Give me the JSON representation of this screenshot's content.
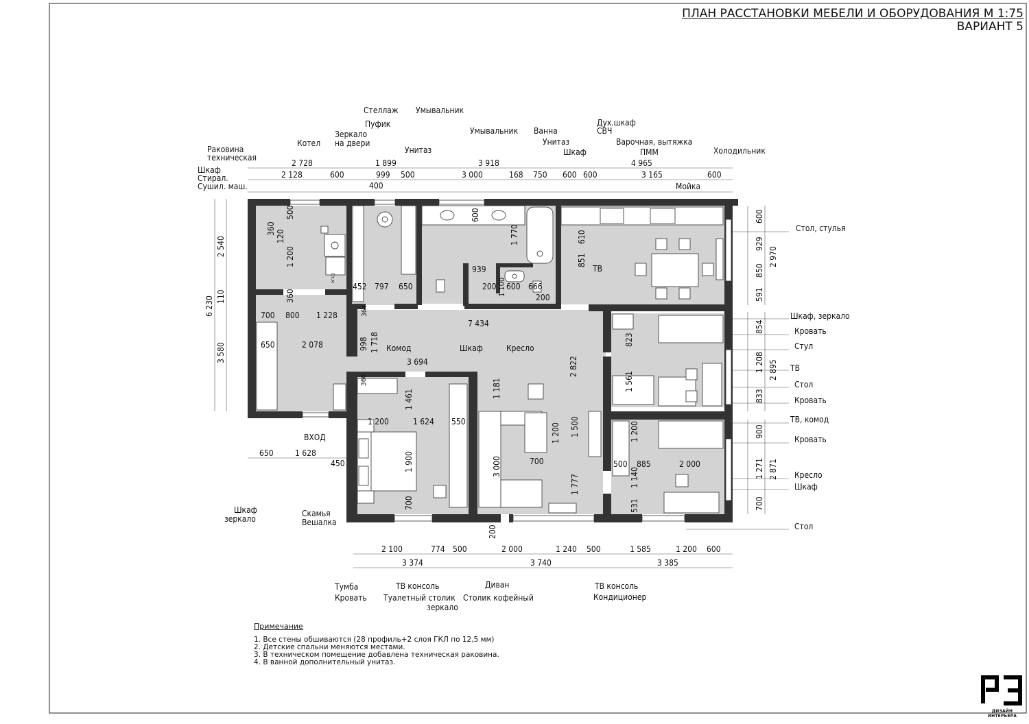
{
  "header": {
    "title": "ПЛАН РАССТАНОВКИ МЕБЕЛИ И ОБОРУДОВАНИЯ М 1:75",
    "variant": "ВАРИАНТ 5"
  },
  "labels": {
    "shelving": "Стеллаж",
    "washbasin": "Умывальник",
    "pouf": "Пуфик",
    "mirror_door_1": "Зеркало",
    "mirror_door_2": "на двери",
    "boiler": "Котел",
    "tech_sink_1": "Раковина",
    "tech_sink_2": "техническая",
    "wardrobe": "Шкаф",
    "washer": "Стирал.",
    "dryer": "Сушил. маш.",
    "toilet": "Унитаз",
    "washbasin2": "Умывальник",
    "bath": "Ванна",
    "toilet2": "Унитаз",
    "cabinet": "Шкаф",
    "oven": "Дух.шкаф",
    "microwave": "СВЧ",
    "hob_hood": "Варочная, вытяжка",
    "dishwasher": "ПММ",
    "fridge": "Холодильник",
    "sink": "Мойка",
    "table_chairs": "Стол, стулья",
    "tv_kitchen": "ТВ",
    "wardrobe_mirror": "Шкаф, зеркало",
    "bed1": "Кровать",
    "chair1": "Стул",
    "tv_room": "ТВ",
    "desk1": "Стол",
    "bed2": "Кровать",
    "tv_dresser": "ТВ, комод",
    "bed3": "Кровать",
    "armchair2": "Кресло",
    "wardrobe3": "Шкаф",
    "desk3": "Стол",
    "dresser": "Комод",
    "wardrobe_hall": "Шкаф",
    "armchair": "Кресло",
    "entry": "ВХОД",
    "wardrobe_mirror_bottom_1": "Шкаф",
    "wardrobe_mirror_bottom_2": "зеркало",
    "bench": "Скамья",
    "hanger": "Вешалка",
    "nightstand": "Тумба",
    "bed_master": "Кровать",
    "tv_console": "ТВ консоль",
    "dressing_table": "Туалетный столик",
    "mirror_bottom": "зеркало",
    "sofa": "Диван",
    "coffee_table": "Столик кофейный",
    "tv_console2": "ТВ консоль",
    "ac": "Кондиционер",
    "washer_short": "Ст.м"
  },
  "dims": {
    "top_total": [
      "2 728",
      "1 899",
      "3 918",
      "4 965"
    ],
    "top_parts": [
      "2 128",
      "600",
      "999",
      "500",
      "3 000",
      "168",
      "750",
      "600",
      "600",
      "3 165",
      "600"
    ],
    "top_400": "400",
    "left_total": "6 230",
    "left_parts": [
      "2 540",
      "110",
      "3 580"
    ],
    "right_kitchen": [
      "600",
      "929",
      "850",
      "591",
      "2 970"
    ],
    "right_room1": [
      "854",
      "1 208",
      "833",
      "2 895"
    ],
    "right_room2": [
      "900",
      "1 271",
      "700",
      "2 871"
    ],
    "bottom_parts": [
      "2 100",
      "774",
      "500",
      "2 000",
      "1 240",
      "500",
      "1 585",
      "1 200",
      "600"
    ],
    "bottom_totals": [
      "3 374",
      "3 740",
      "3 385"
    ],
    "bottom_left": [
      "650",
      "1 628",
      "450"
    ],
    "bottom_200": "200",
    "interior": {
      "tech_360a": "360",
      "tech_500": "500",
      "tech_120": "120",
      "tech_1200": "1 200",
      "tech_360b": "360",
      "wc_452": "452",
      "wc_797": "797",
      "wc_650": "650",
      "wc_364": "364",
      "bath_600": "600",
      "bath_1770": "1 770",
      "bath_939": "939",
      "bath_200a": "200",
      "bath_1100": "1 100",
      "bath_600b": "600",
      "bath_666": "666",
      "bath_200b": "200",
      "kit_610": "610",
      "kit_851": "851",
      "hall_700": "700",
      "hall_800": "800",
      "hall_1228": "1 228",
      "hall_650": "650",
      "hall_2078": "2 078",
      "hall_998": "998",
      "hall_1718": "1 718",
      "hall_7434": "7 434",
      "hall_3694": "3 694",
      "hall_360": "360",
      "hall_2822": "2 822",
      "hall_1181": "1 181",
      "bed_1461": "1 461",
      "bed_1200": "1 200",
      "bed_1624": "1 624",
      "bed_550": "550",
      "bed_1900": "1 900",
      "bed_700": "700",
      "liv_3000": "3 000",
      "liv_1200": "1 200",
      "liv_1500": "1 500",
      "liv_700": "700",
      "liv_1777": "1 777",
      "r1_823": "823",
      "r1_1561": "1 561",
      "r2_1200": "1 200",
      "r2_500": "500",
      "r2_885": "885",
      "r2_2000": "2 000",
      "r2_1140": "1 140",
      "r2_531": "531"
    }
  },
  "notes": {
    "title": "Примечание",
    "items": [
      "1. Все стены обшиваются (28 профиль+2 слоя ГКЛ по 12,5 мм)",
      "2. Детские спальни меняются местами.",
      "3. В техническом помещение добавлена техническая раковина.",
      "4. В ванной дополнительный унитаз."
    ]
  },
  "logo": {
    "mark": "РЗ",
    "caption": "ДИЗАЙН ИНТЕРЬЕРА"
  }
}
